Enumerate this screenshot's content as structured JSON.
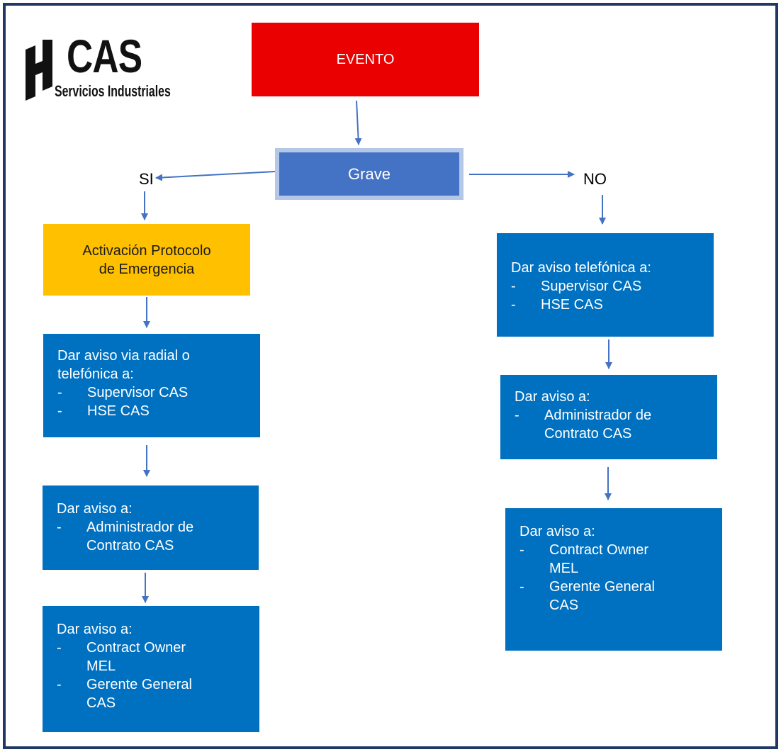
{
  "logo": {
    "title": "CAS",
    "subtitle": "Servicios Industriales"
  },
  "nodes": {
    "evento": "EVENTO",
    "grave": "Grave",
    "si": "SI",
    "no": "NO",
    "activacion": [
      "Activación Protocolo",
      "de Emergencia"
    ],
    "si_radial": {
      "lines": [
        "Dar aviso via radial o",
        "telefónica a:"
      ],
      "items": [
        "Supervisor CAS",
        "HSE CAS"
      ]
    },
    "si_admin": {
      "lines": [
        "Dar aviso a:"
      ],
      "items": [
        [
          "Administrador de",
          "Contrato CAS"
        ]
      ]
    },
    "si_owner": {
      "lines": [
        "Dar aviso a:"
      ],
      "items": [
        [
          "Contract Owner",
          "MEL"
        ],
        [
          "Gerente General",
          "CAS"
        ]
      ]
    },
    "no_tel": {
      "lines": [
        "Dar aviso telefónica a:"
      ],
      "items": [
        "Supervisor CAS",
        "HSE CAS"
      ]
    },
    "no_admin": {
      "lines": [
        "Dar aviso a:"
      ],
      "items": [
        [
          "Administrador de",
          "Contrato CAS"
        ]
      ]
    },
    "no_owner": {
      "lines": [
        "Dar aviso a:"
      ],
      "items": [
        [
          "Contract Owner",
          "MEL"
        ],
        [
          "Gerente General",
          "CAS"
        ]
      ]
    }
  },
  "colors": {
    "frame": "#1f3864",
    "evento": "#ea0000",
    "grave": "#4472c4",
    "activacion": "#ffc000",
    "action": "#0070c0",
    "arrow": "#4472c4"
  }
}
